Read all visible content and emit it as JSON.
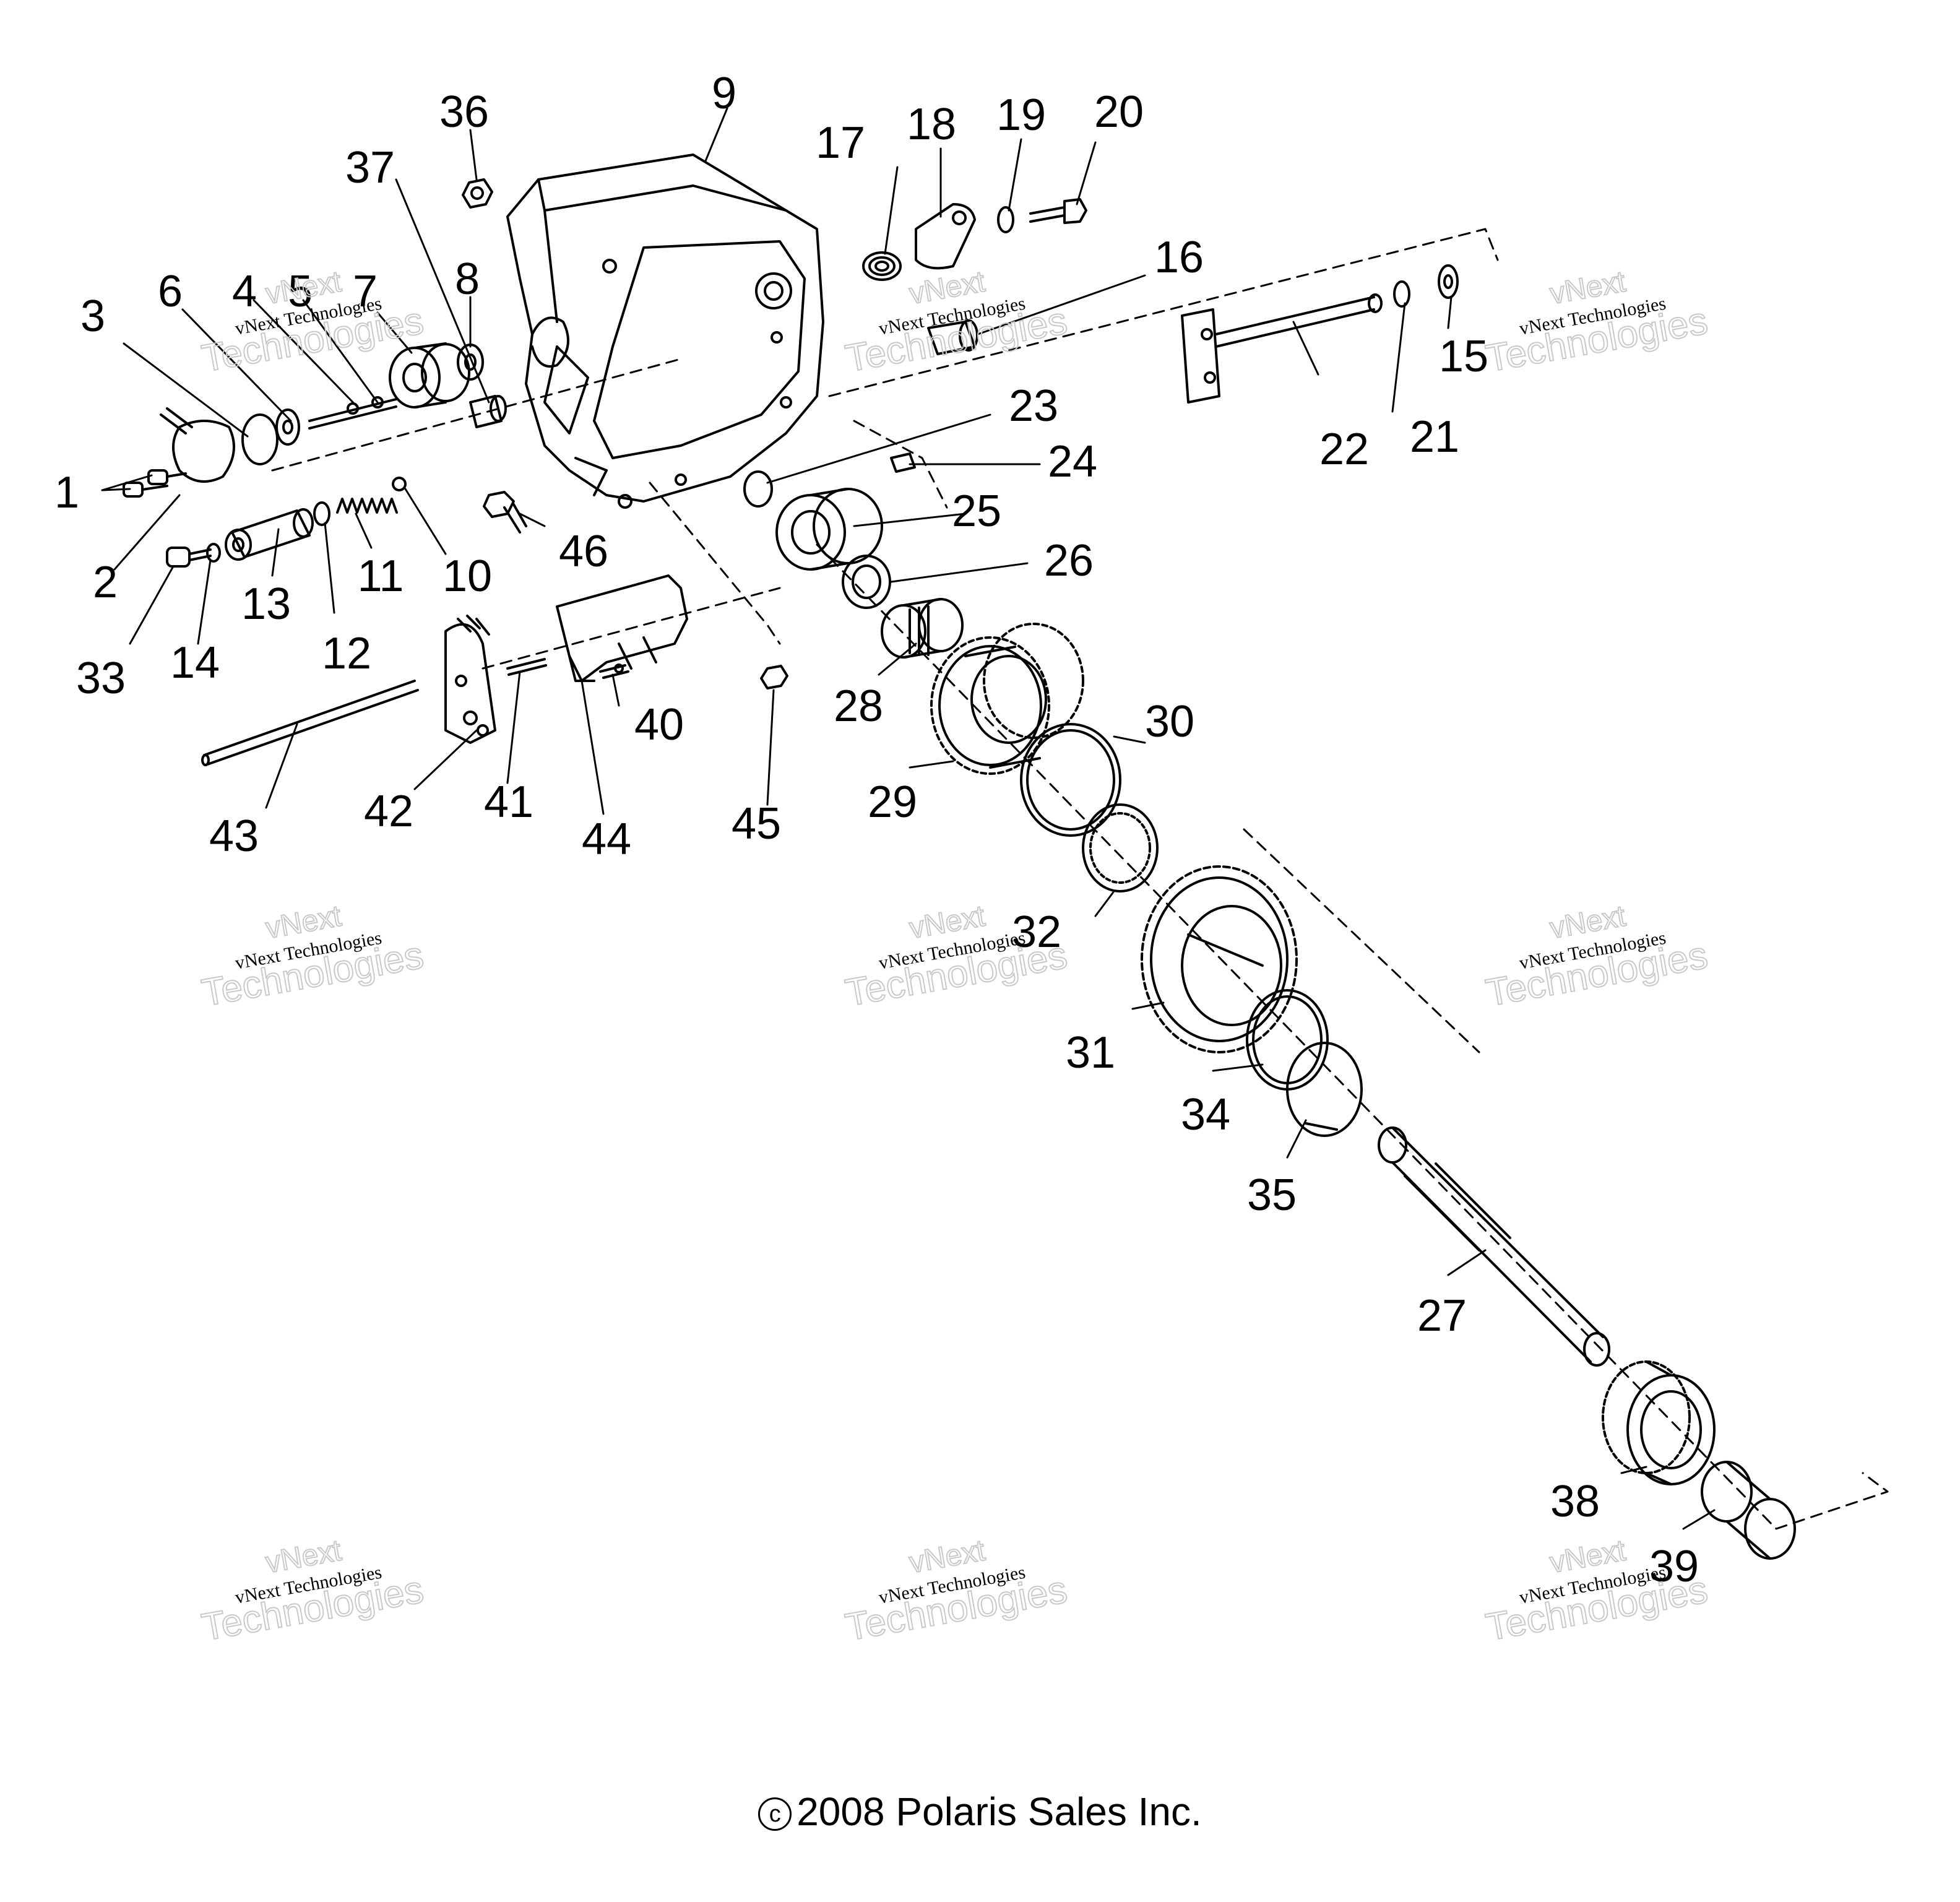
{
  "diagram": {
    "copyright_symbol": "c",
    "copyright_text": "2008 Polaris Sales Inc.",
    "watermark": {
      "line1": "vNext Technologies",
      "line2": "Technologies",
      "line3": "vNext"
    },
    "part_labels": [
      "1",
      "2",
      "3",
      "4",
      "5",
      "6",
      "7",
      "8",
      "9",
      "10",
      "11",
      "12",
      "13",
      "14",
      "15",
      "16",
      "17",
      "18",
      "19",
      "20",
      "21",
      "22",
      "23",
      "24",
      "25",
      "26",
      "27",
      "28",
      "29",
      "30",
      "31",
      "32",
      "33",
      "34",
      "35",
      "36",
      "37",
      "38",
      "39",
      "40",
      "41",
      "42",
      "43",
      "44",
      "45",
      "46"
    ]
  }
}
